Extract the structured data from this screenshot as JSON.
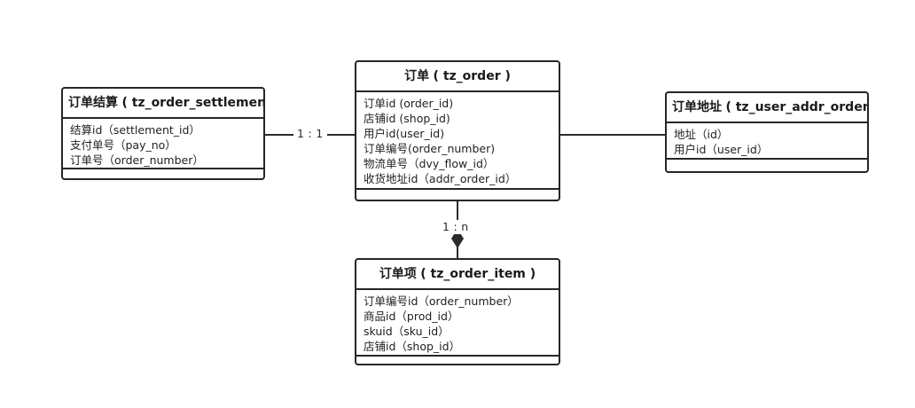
{
  "diagram": {
    "title": "order-er-diagram",
    "background": "#ffffff",
    "line_color": "#2b2b2b",
    "border_color": "#262626",
    "text_color": "#1f1f1f"
  },
  "entities": {
    "order_settlement": {
      "title_cn": "订单结算",
      "title_table": "( tz_order_settlement )",
      "attributes": [
        "结算id（settlement_id）",
        "支付单号（pay_no）",
        "订单号（order_number）"
      ]
    },
    "order": {
      "title_cn": "订单",
      "title_table": "( tz_order )",
      "attributes": [
        "订单id (order_id)",
        "店铺id (shop_id)",
        "用户id(user_id)",
        "订单编号(order_number)",
        "物流单号（dvy_flow_id）",
        "收货地址id（addr_order_id）"
      ]
    },
    "user_addr_order": {
      "title_cn": "订单地址",
      "title_table": "( tz_user_addr_order )",
      "attributes": [
        "地址（id）",
        "用户id（user_id）"
      ]
    },
    "order_item": {
      "title_cn": "订单项",
      "title_table": "( tz_order_item )",
      "attributes": [
        "订单编号id（order_number）",
        "商品id（prod_id）",
        "skuid（sku_id）",
        "店铺id（shop_id）"
      ]
    }
  },
  "relationships": {
    "settlement_to_order": {
      "label": "1 : 1"
    },
    "order_to_item": {
      "label": "1 : n"
    },
    "order_to_addr": {
      "label": ""
    }
  }
}
